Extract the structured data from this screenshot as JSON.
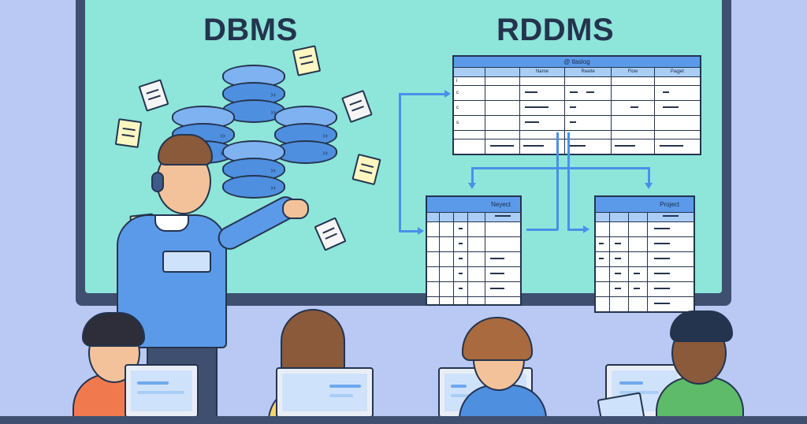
{
  "illustration": {
    "scene": "classroom presentation on database systems",
    "colors": {
      "background": "#b9c9f3",
      "board_frame": "#3f4f70",
      "board_surface": "#8ee5da",
      "title_text": "#24344e",
      "db_blue": "#4f8fe0",
      "table_header": "#5b9ae8",
      "arrow": "#4a90e8"
    }
  },
  "board": {
    "left_title": "DBMS",
    "right_title": "RDDMS",
    "main_table": {
      "title": "@ tlaslog",
      "columns": [
        "",
        "",
        "Name",
        "Reeite",
        "Flow",
        "Pagjet"
      ],
      "row_markers": [
        "i",
        "c",
        "c",
        "s",
        "",
        ""
      ]
    },
    "child_table_left": {
      "title": "Neyect"
    },
    "child_table_right": {
      "title": "Project"
    }
  },
  "icons": {
    "database": "database-cylinder-icon",
    "note": "paper-note-icon",
    "headset": "headset-icon",
    "keyboard": "keyboard-icon",
    "laptop": "laptop-icon"
  }
}
